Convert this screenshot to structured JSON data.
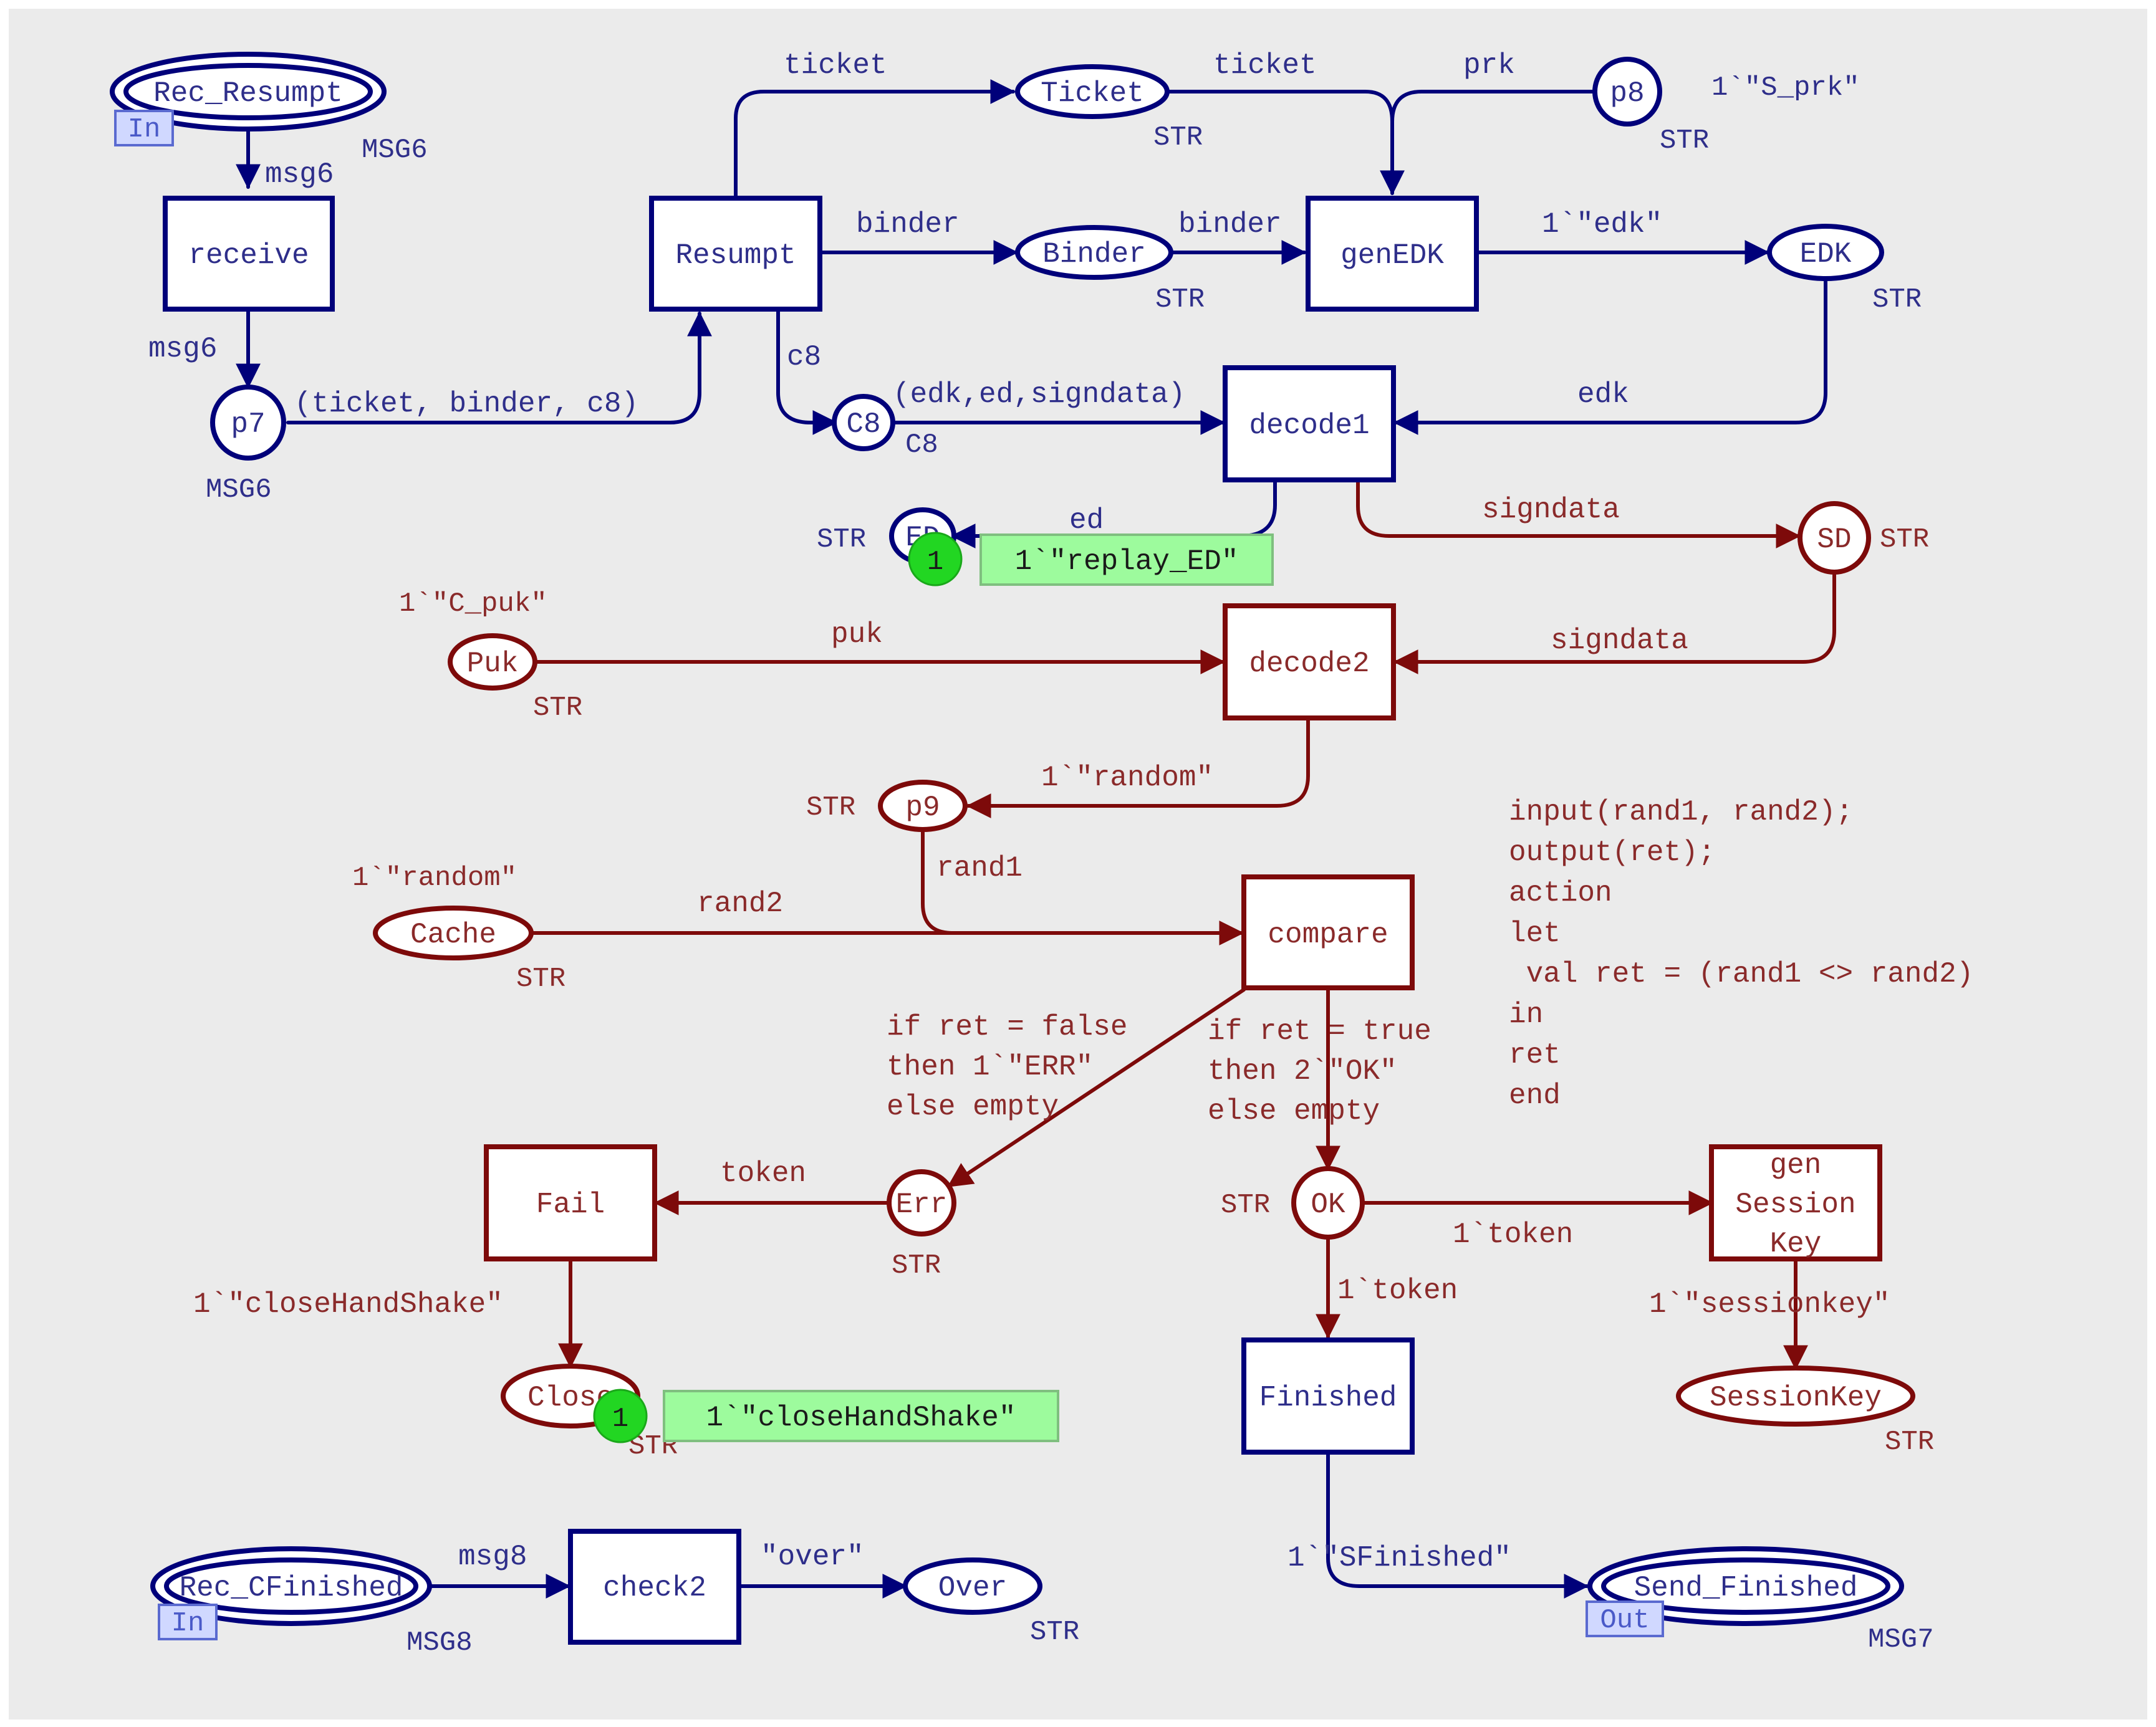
{
  "colors": {
    "background": "#ebebeb",
    "blue": "#00007a",
    "blue_text": "#2e2e8a",
    "red": "#7d0a0a",
    "red_text": "#8a2a2a",
    "port_fill": "#d0d8ff",
    "port_stroke": "#5a6ad0",
    "token_fill": "#22d622",
    "token_label_fill": "#9dfb9d"
  },
  "places": {
    "rec_resumpt": {
      "name": "Rec_Resumpt",
      "type": "MSG6",
      "port": "In"
    },
    "p7": {
      "name": "p7",
      "type": "MSG6"
    },
    "ticket": {
      "name": "Ticket",
      "type": "STR"
    },
    "binder": {
      "name": "Binder",
      "type": "STR"
    },
    "p8": {
      "name": "p8",
      "type": "STR",
      "marking": "1`\"S_prk\""
    },
    "edk": {
      "name": "EDK",
      "type": "STR"
    },
    "c8": {
      "name": "C8",
      "type": "C8"
    },
    "ed": {
      "name": "ED",
      "type": "STR"
    },
    "sd": {
      "name": "SD",
      "type": "STR"
    },
    "puk": {
      "name": "Puk",
      "type": "STR",
      "marking": "1`\"C_puk\""
    },
    "p9": {
      "name": "p9",
      "type": "STR"
    },
    "cache": {
      "name": "Cache",
      "type": "STR",
      "marking": "1`\"random\""
    },
    "err": {
      "name": "Err",
      "type": "STR"
    },
    "ok": {
      "name": "OK",
      "type": "STR"
    },
    "close": {
      "name": "Close",
      "type": "STR"
    },
    "sessionkey": {
      "name": "SessionKey",
      "type": "STR"
    },
    "rec_cfinished": {
      "name": "Rec_CFinished",
      "type": "MSG8",
      "port": "In"
    },
    "over": {
      "name": "Over",
      "type": "STR"
    },
    "send_finished": {
      "name": "Send_Finished",
      "type": "MSG7",
      "port": "Out"
    }
  },
  "transitions": {
    "receive": "receive",
    "resumpt": "Resumpt",
    "genedk": "genEDK",
    "decode1": "decode1",
    "decode2": "decode2",
    "compare": "compare",
    "fail": "Fail",
    "gensessionkey": [
      "gen",
      "Session",
      "Key"
    ],
    "finished": "Finished",
    "check2": "check2"
  },
  "arcs": {
    "msg6_in": "msg6",
    "msg6_out": "msg6",
    "tuple": "(ticket, binder, c8)",
    "ticket_out": "ticket",
    "ticket_in": "ticket",
    "prk": "prk",
    "binder_out": "binder",
    "binder_in": "binder",
    "edk_out": "1`\"edk\"",
    "c8_out": "c8",
    "c8_in": "(edk,ed,signdata)",
    "edk_in": "edk",
    "ed_out": "ed",
    "signdata_out": "signdata",
    "puk_in": "puk",
    "signdata_in": "signdata",
    "random_out": "1`\"random\"",
    "rand1": "rand1",
    "rand2": "rand2",
    "err_out": [
      "if ret = false",
      "then 1`\"ERR\"",
      "else empty"
    ],
    "ok_out": [
      "if ret = true",
      "then 2`\"OK\"",
      "else empty"
    ],
    "token_fail": "token",
    "close_out": "1`\"closeHandShake\"",
    "token_gen": "1`token",
    "token_fin": "1`token",
    "sessionkey_out": "1`\"sessionkey\"",
    "sfinished": "1`\"SFinished\"",
    "msg8": "msg8",
    "over": "\"over\""
  },
  "code_segment": [
    "input(rand1, rand2);",
    "output(ret);",
    "action",
    "let",
    " val ret = (rand1 <> rand2)",
    "in",
    "ret",
    "end"
  ],
  "tokens": {
    "ed": {
      "count": "1",
      "marking": "1`\"replay_ED\""
    },
    "close": {
      "count": "1",
      "marking": "1`\"closeHandShake\""
    }
  }
}
